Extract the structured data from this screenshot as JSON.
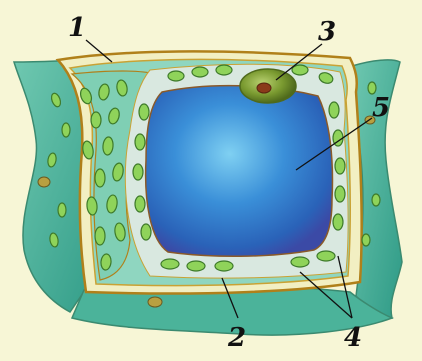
{
  "colors": {
    "background": "#f7f6d6",
    "cytoplasm": "#8fd6c0",
    "cell_wall": "#f4f1c8",
    "vacuole": "#2f7fd0",
    "chloroplast": "#8fd35a",
    "nucleus": "#6f8f2a",
    "membrane": "#b0801a"
  },
  "labels": {
    "l1": "1",
    "l2": "2",
    "l3": "3",
    "l4": "4",
    "l5": "5"
  }
}
